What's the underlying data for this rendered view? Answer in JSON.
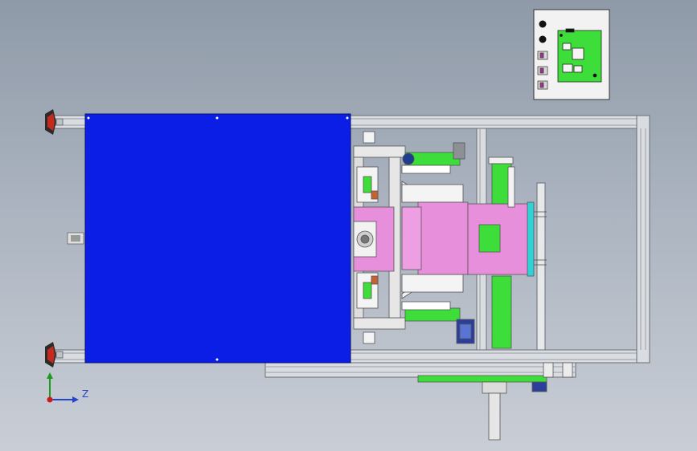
{
  "viewport": {
    "background_top": "#8f9aa8",
    "background_bottom": "#c9ced6"
  },
  "colors": {
    "cover_blue": "#0a1ee6",
    "pink_part": "#e88fdc",
    "green_part": "#3dde3a",
    "frame_gray": "#d9dce0",
    "frame_edge": "#6a6f75",
    "panel_white": "#f2f2f2",
    "foot_red": "#c62a1e",
    "cyan_part": "#2fd3d6"
  },
  "triad": {
    "axis_z_label": "Z",
    "axis_y_label": "",
    "axis_z_color": "#2346c8",
    "axis_y_color": "#1a9c1a",
    "origin_color": "#d01818"
  },
  "control_box": {
    "buttons": [
      "dark-button",
      "dark-button"
    ],
    "switches": 3,
    "board_color": "#3dde3a"
  }
}
